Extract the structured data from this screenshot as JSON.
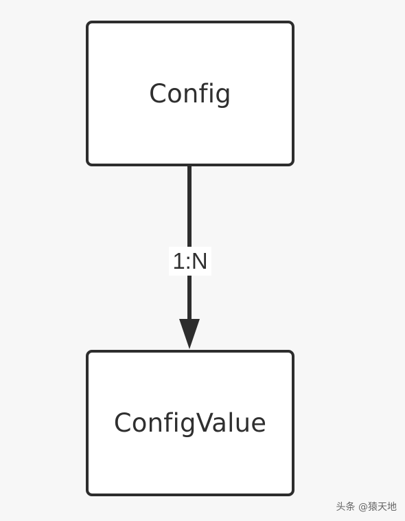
{
  "diagram": {
    "nodes": [
      {
        "id": "config",
        "label": "Config"
      },
      {
        "id": "config_value",
        "label": "ConfigValue"
      }
    ],
    "edge": {
      "from": "config",
      "to": "config_value",
      "label": "1:N",
      "line_color": "#2d2d2d",
      "arrowhead": "filled-triangle"
    }
  },
  "watermark": {
    "text": "头条 @猿天地"
  },
  "colors": {
    "background": "#f7f7f7",
    "node_fill": "#ffffff",
    "node_border": "#2d2d2d",
    "text": "#2f2f2f"
  }
}
